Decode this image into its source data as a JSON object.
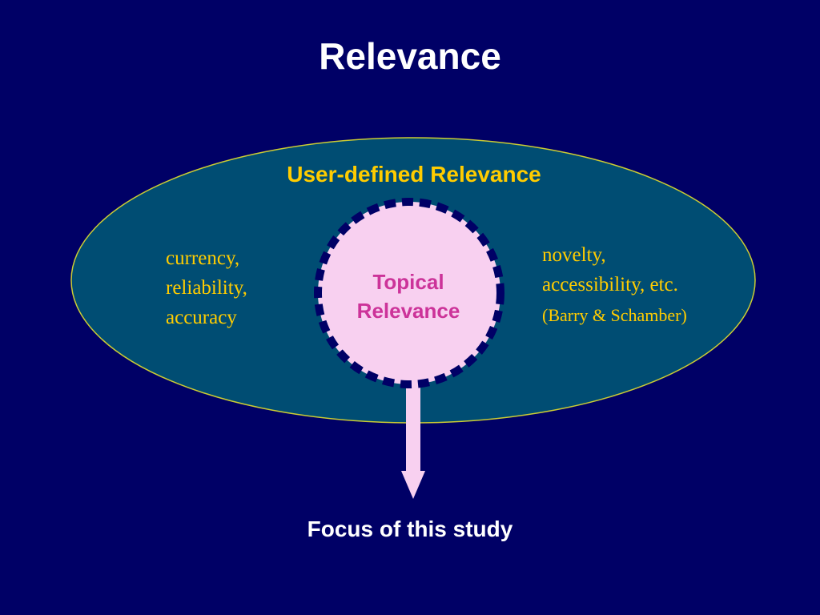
{
  "slide": {
    "title": "Relevance",
    "outer_region": {
      "label": "User-defined Relevance",
      "left_items": [
        "currency,",
        "reliability,",
        "accuracy"
      ],
      "right_items": [
        "novelty,",
        "accessibility, etc."
      ],
      "citation": "(Barry & Schamber)"
    },
    "inner_region": {
      "label_lines": [
        "Topical",
        "Relevance"
      ]
    },
    "arrow_target": "Focus of this study"
  },
  "colors": {
    "background": "#000066",
    "ellipse_fill": "#004d73",
    "ellipse_stroke": "#cccc33",
    "circle_fill": "#f8d0f0",
    "circle_border": "#000066",
    "arrow_fill": "#f8d0f0",
    "accent_text": "#ffcc00",
    "inner_text": "#cc3399",
    "white_text": "#ffffff"
  }
}
